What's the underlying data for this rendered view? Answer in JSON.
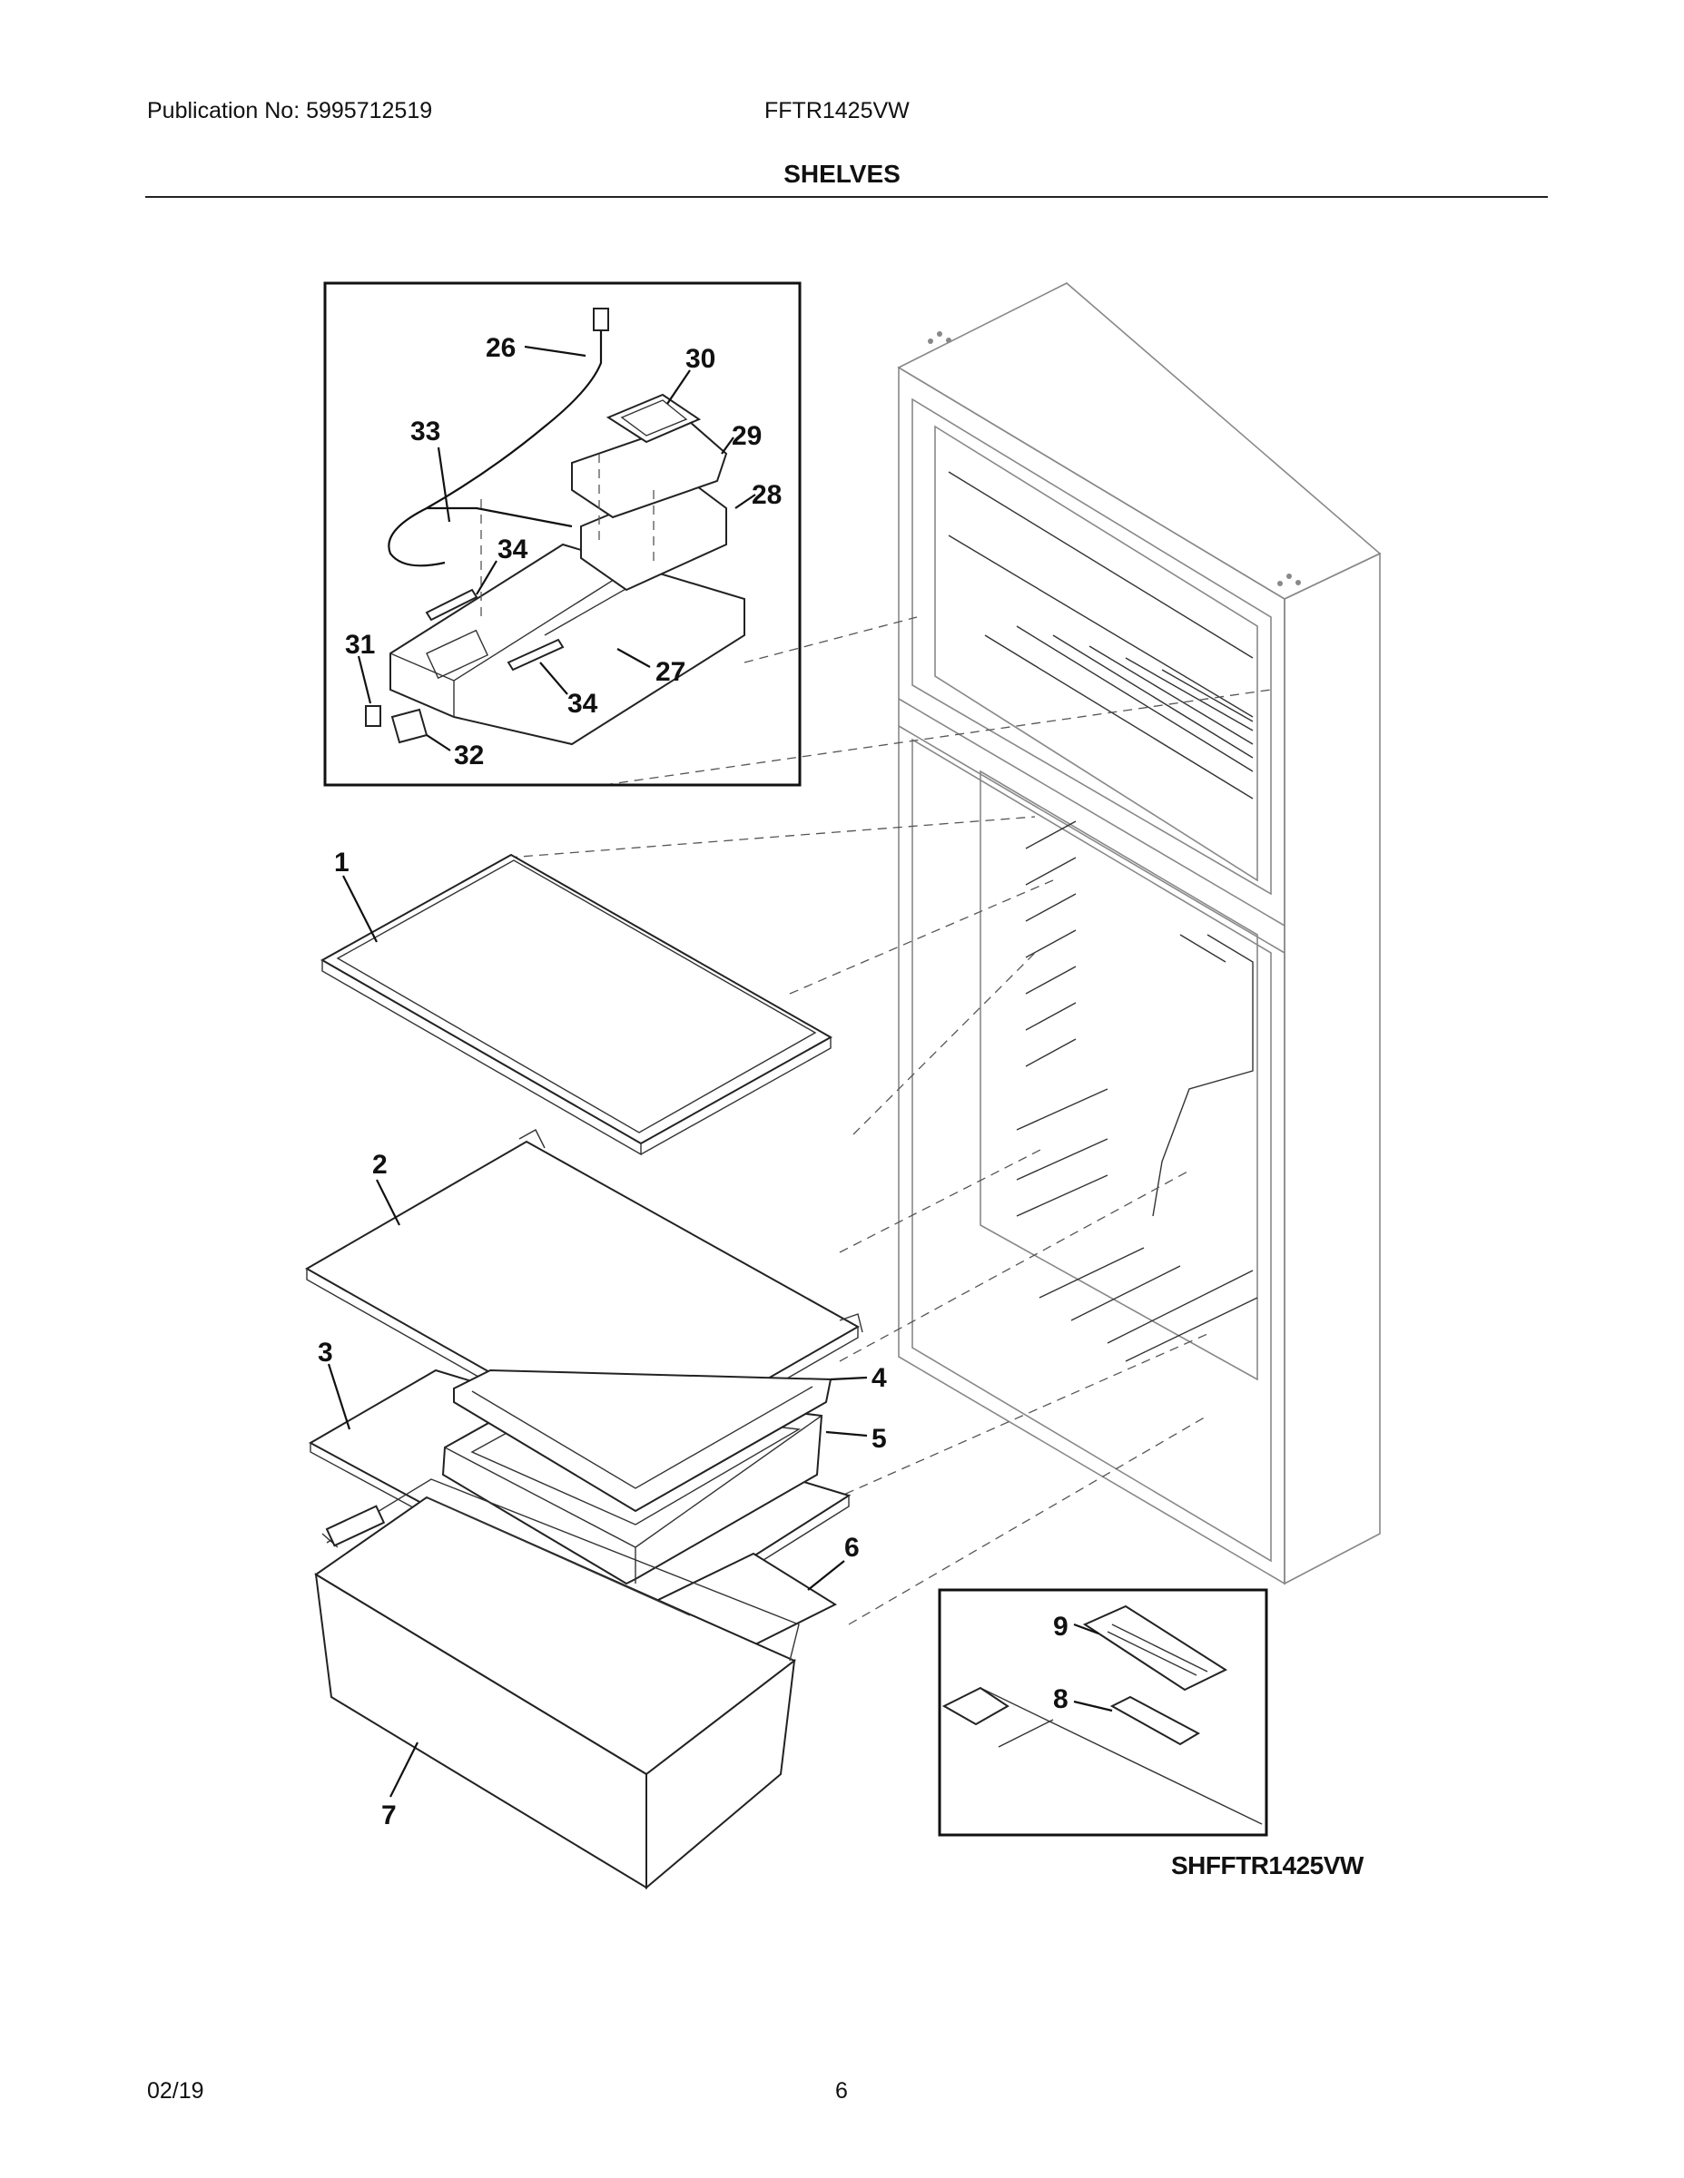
{
  "header": {
    "publication": "Publication No: 5995712519",
    "model": "FFTR1425VW",
    "section_title": "SHELVES"
  },
  "footer": {
    "date": "02/19",
    "page_number": "6"
  },
  "diagram_code": "SHFFTR1425VW",
  "callouts": {
    "c1": "1",
    "c2": "2",
    "c3": "3",
    "c4": "4",
    "c5": "5",
    "c6": "6",
    "c7": "7",
    "c8": "8",
    "c9": "9",
    "c26": "26",
    "c27": "27",
    "c28": "28",
    "c29": "29",
    "c30": "30",
    "c31": "31",
    "c32": "32",
    "c33": "33",
    "c34a": "34",
    "c34b": "34"
  }
}
